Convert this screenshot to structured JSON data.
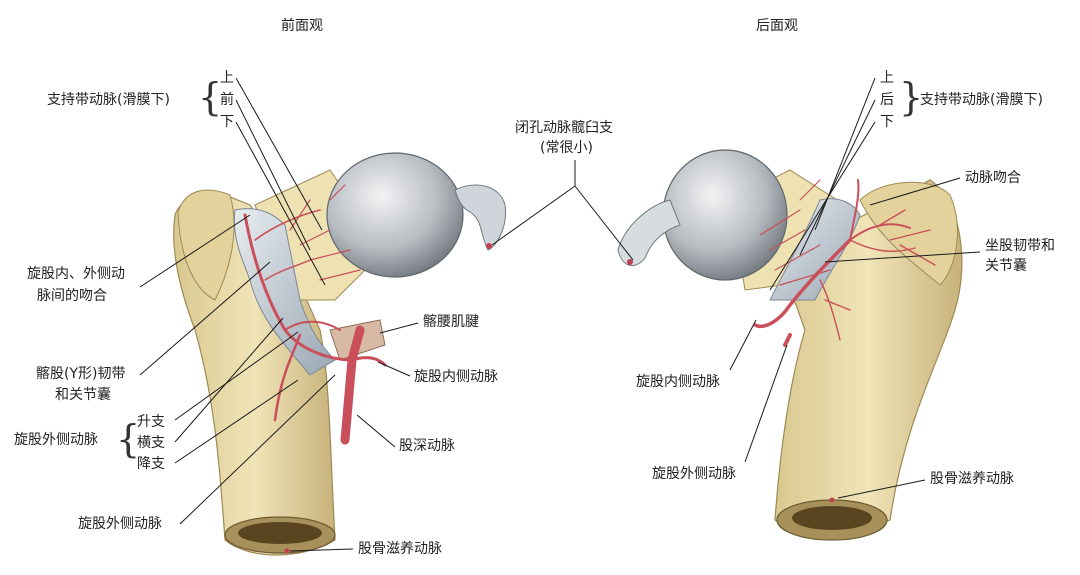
{
  "views": {
    "anterior": {
      "title": "前面观"
    },
    "posterior": {
      "title": "后面观"
    }
  },
  "anterior_labels": {
    "retinacular": "支持带动脉(滑膜下)",
    "sup": "上",
    "ant": "前",
    "inf": "下",
    "anastomosis": [
      "旋股内、外侧动",
      "脉间的吻合"
    ],
    "iliofemoral": [
      "髂股(Y形)韧带",
      "和关节囊"
    ],
    "lateral_circumflex": "旋股外侧动脉",
    "ascending": "升支",
    "transverse": "横支",
    "descending": "降支",
    "lateral_circumflex_lower": "旋股外侧动脉",
    "iliopsoas": "髂腰肌腱",
    "medial_circumflex": "旋股内侧动脉",
    "deep_femoral": "股深动脉",
    "nutrient": "股骨滋养动脉"
  },
  "center_labels": {
    "obturator": [
      "闭孔动脉髋臼支",
      "(常很小)"
    ]
  },
  "posterior_labels": {
    "sup": "上",
    "post": "后",
    "inf": "下",
    "retinacular": "支持带动脉(滑膜下)",
    "anastomosis": "动脉吻合",
    "ischiofemoral": [
      "坐股韧带和",
      "关节囊"
    ],
    "medial_circumflex": "旋股内侧动脉",
    "lateral_circumflex": "旋股外侧动脉",
    "nutrient": "股骨滋养动脉"
  },
  "colors": {
    "bone": "#e9dcae",
    "bone_shade": "#cdb97f",
    "cartilage": "#b9bec2",
    "ligament": "#c9d2da",
    "artery": "#c9505a",
    "line": "#1a1a1a"
  }
}
